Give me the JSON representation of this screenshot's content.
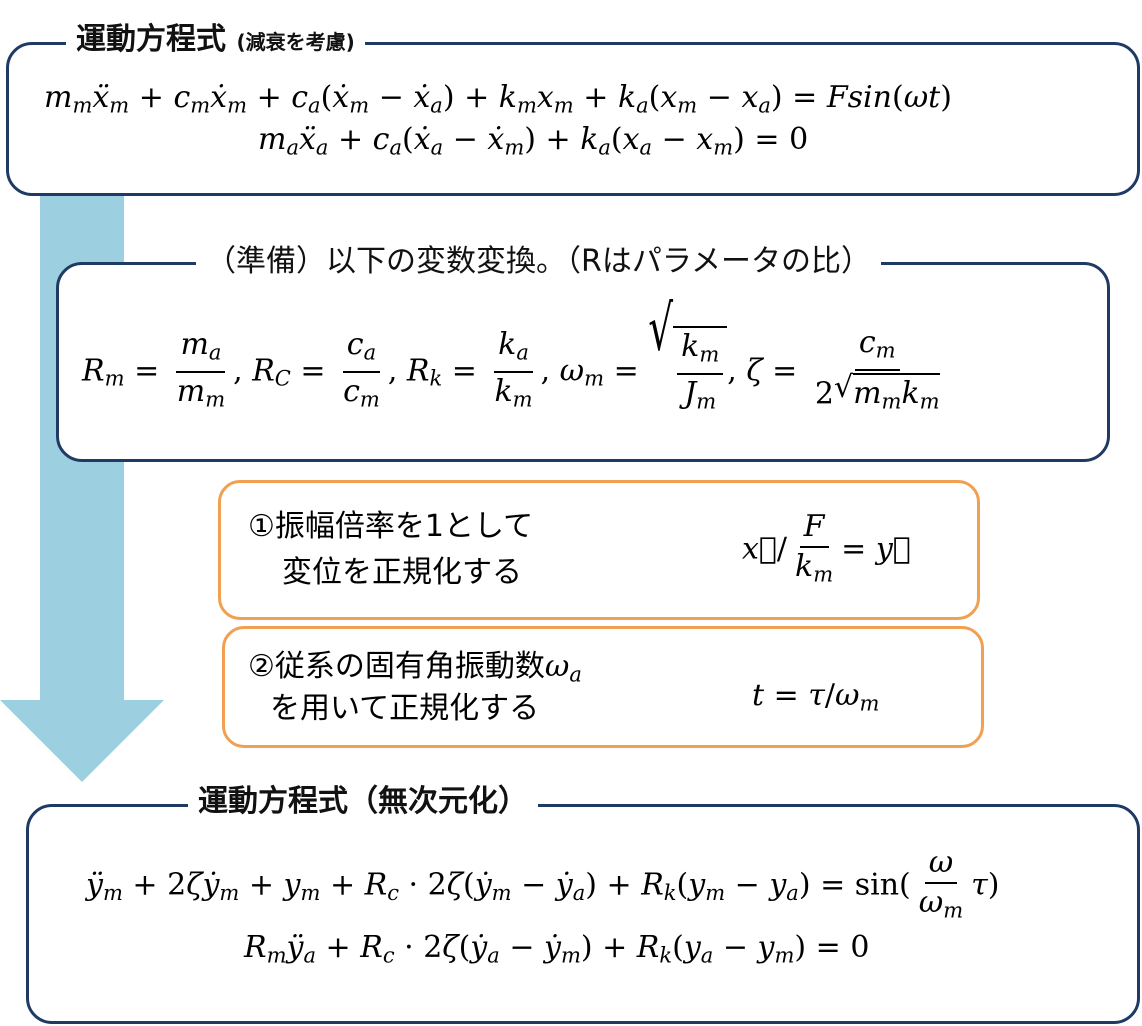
{
  "section1": {
    "title": "運動方程式",
    "title_note": "(減衰を考慮)",
    "eq1": "m_m ẍ_m + c_m ẋ_m + c_a(ẋ_m − ẋ_a) + k_m x_m + k_a(x_m − x_a) = Fsin(ωt)",
    "eq2": "m_a ẍ_a + c_a(ẋ_a − ẋ_m) + k_a(x_a − x_m) = 0"
  },
  "section2": {
    "title": "（準備）以下の変数変換。（Rはパラメータの比）",
    "defs": "R_m = m_a/m_m, R_C = c_a/c_m, R_k = k_a/k_m, ω_m = √(k_m/J_m), ζ = c_m/(2√(m_m k_m))"
  },
  "step1": {
    "line1": "①振幅倍率を1として",
    "line2": "変位を正規化する",
    "formula": "x⃗ / (F/k_m) = y⃗"
  },
  "step2": {
    "line1": "②従系の固有角振動数ω_a",
    "line2": "を用いて正規化する",
    "formula": "t = τ/ω_m"
  },
  "section3": {
    "title": "運動方程式（無次元化）",
    "eq1": "ÿ_m + 2ζẏ_m + y_m + R_c·2ζ(ẏ_m − ẏ_a) + R_k(y_m − y_a) = sin(ω/ω_m τ)",
    "eq2": "R_m ÿ_a + R_c·2ζ(ẏ_a − ẏ_m) + R_k(y_a − y_m) = 0"
  },
  "colors": {
    "box_border": "#1f3a63",
    "step_border": "#f0a050",
    "arrow": "#9ccfe0"
  }
}
